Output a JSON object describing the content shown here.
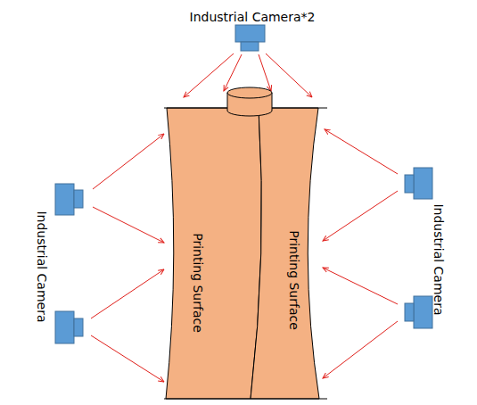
{
  "diagram": {
    "nodes": [
      {
        "text": [
          "Printing Surface"
        ]
      },
      {
        "text": [
          "Printing Surface"
        ]
      }
    ],
    "labels": [
      "Industrial Camera*2",
      "Industrial Camera",
      "Industrial Camera"
    ]
  }
}
